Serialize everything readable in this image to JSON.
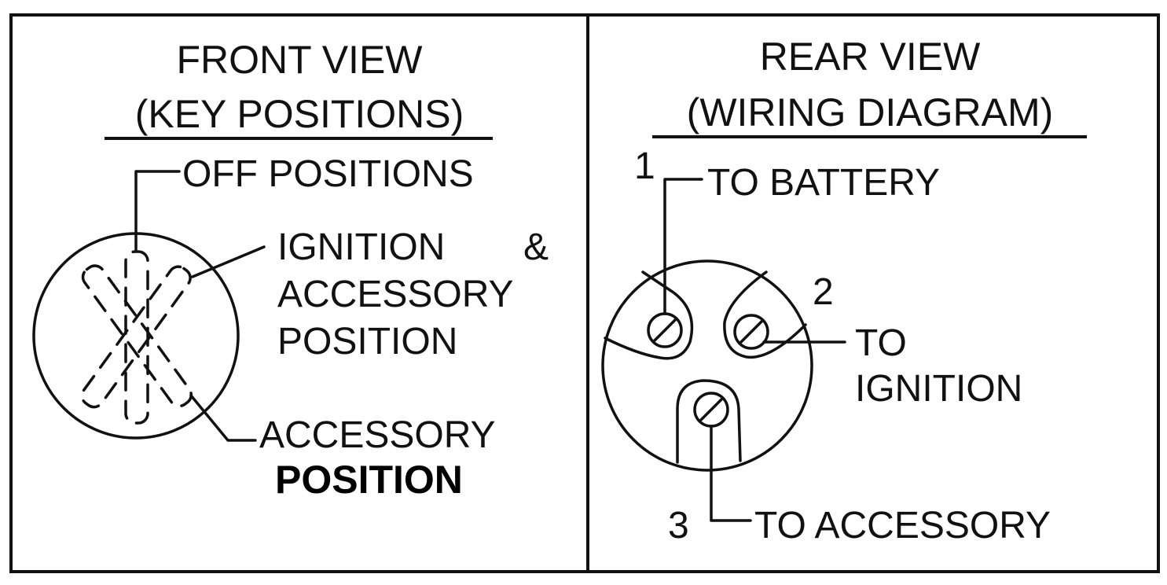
{
  "front_view": {
    "title_line1": "FRONT VIEW",
    "title_line2": "(KEY POSITIONS)",
    "labels": {
      "off": "OFF POSITIONS",
      "ign_acc_line1": "IGNITION",
      "ign_acc_amp": "&",
      "ign_acc_line2": "ACCESSORY",
      "ign_acc_line3": "POSITION",
      "accessory_line1": "ACCESSORY",
      "accessory_line2": "POSITION"
    },
    "key_positions": [
      "OFF",
      "IGNITION & ACCESSORY",
      "ACCESSORY"
    ]
  },
  "rear_view": {
    "title_line1": "REAR VIEW",
    "title_line2": "(WIRING DIAGRAM)",
    "terminals": [
      {
        "number": "1",
        "label": "TO BATTERY"
      },
      {
        "number": "2",
        "label_line1": "TO",
        "label_line2": "IGNITION"
      },
      {
        "number": "3",
        "label": "TO ACCESSORY"
      }
    ]
  }
}
